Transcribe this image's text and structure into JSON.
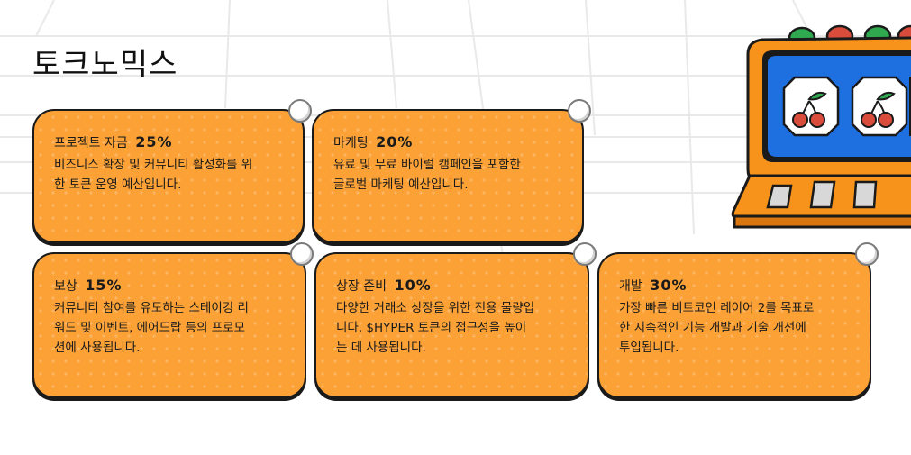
{
  "page": {
    "title": "토크노믹스"
  },
  "cards": [
    {
      "label": "프로젝트 자금",
      "percent": "25%",
      "description": "비즈니스 확장 및 커뮤니티 활성화를 위\n한 토큰 운영 예산입니다."
    },
    {
      "label": "마케팅",
      "percent": "20%",
      "description": "유료 및 무료 바이럴 캠페인을 포함한\n글로벌 마케팅 예산입니다."
    },
    {
      "label": "보상",
      "percent": "15%",
      "description": "커뮤니티 참여를 유도하는 스테이킹 리\n워드 및 이벤트, 에어드랍 등의 프로모\n션에 사용됩니다."
    },
    {
      "label": "상장 준비",
      "percent": "10%",
      "description": "다양한 거래소 상장을 위한 전용 물량입\n니다. $HYPER 토큰의 접근성을 높이\n는 데 사용됩니다."
    },
    {
      "label": "개발",
      "percent": "30%",
      "description": "가장 빠른 비트코인 레이어 2를 목표로\n한 지속적인 기능 개발과 기술 개선에\n투입됩니다."
    }
  ],
  "colors": {
    "card_fill": "#fba136",
    "outline": "#1a1a1a",
    "machine_orange": "#f7931a",
    "machine_screen": "#1e6fe0",
    "lamp_green": "#2fa84f",
    "lamp_red": "#d94b3b"
  },
  "icons": {
    "reel_symbol": "cherry-icon",
    "decoration": "slot-machine-illustration"
  }
}
